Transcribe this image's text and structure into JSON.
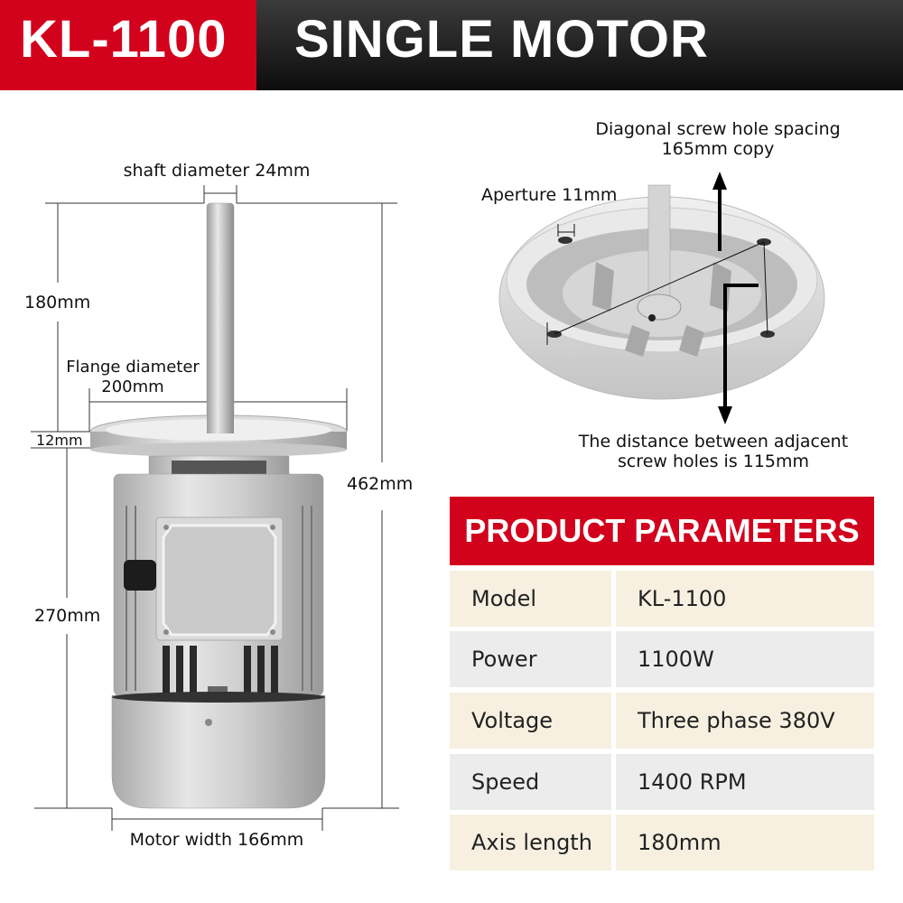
{
  "header": {
    "model": "KL-1100",
    "title": "SINGLE MOTOR",
    "colors": {
      "accent_red": "#d2011c",
      "dark": "#111111"
    }
  },
  "motor_diagram": {
    "shaft_diameter": "shaft diameter 24mm",
    "shaft_length": "180mm",
    "flange_diameter_line1": "Flange diameter",
    "flange_diameter_line2": "200mm",
    "flange_thickness": "12mm",
    "body_height": "270mm",
    "total_height": "462mm",
    "motor_width": "Motor width 166mm"
  },
  "flange_diagram": {
    "diagonal_line1": "Diagonal screw hole spacing",
    "diagonal_line2": "165mm copy",
    "aperture": "Aperture 11mm",
    "adjacent_line1": "The distance between adjacent",
    "adjacent_line2": "screw holes is 115mm"
  },
  "parameters": {
    "title": "PRODUCT PARAMETERS",
    "rows": [
      {
        "label": "Model",
        "value": "KL-1100"
      },
      {
        "label": "Power",
        "value": "1100W"
      },
      {
        "label": "Voltage",
        "value": "Three phase 380V"
      },
      {
        "label": "Speed",
        "value": "1400 RPM"
      },
      {
        "label": "Axis length",
        "value": "180mm"
      }
    ]
  }
}
